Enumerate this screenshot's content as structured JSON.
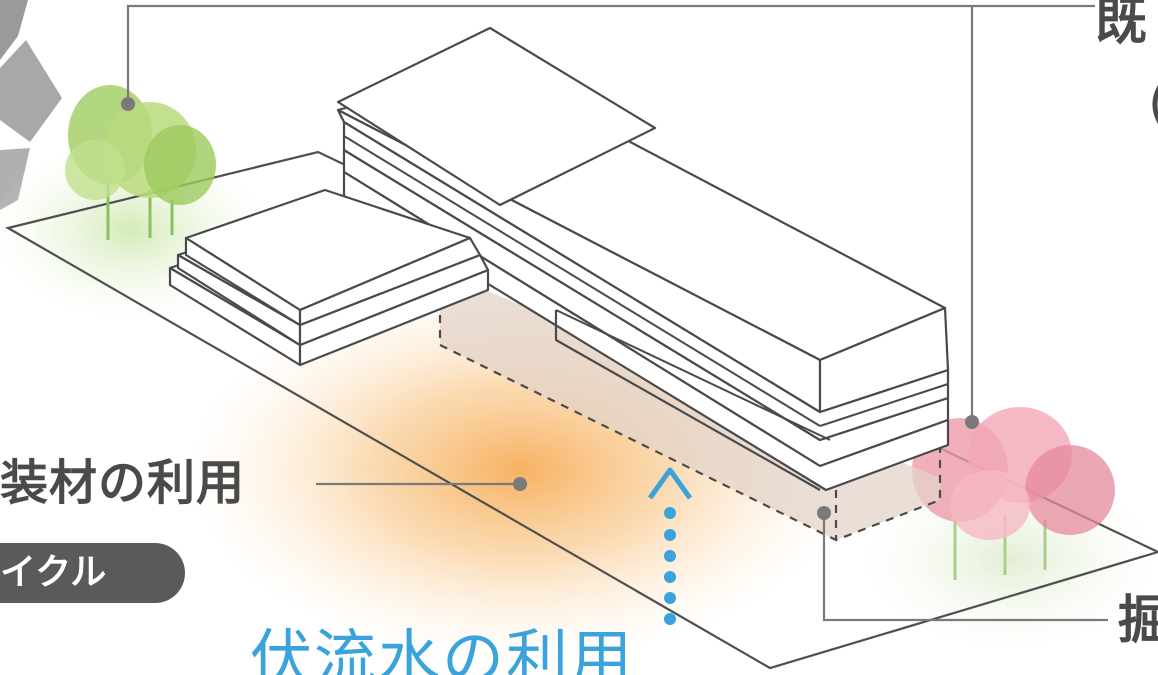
{
  "labels": {
    "exterior_material": "装材の利用",
    "recycle_badge": "イクル",
    "groundwater": "伏流水の利用",
    "existing_partial": "既",
    "existing_paren": "(",
    "excavation_partial": "掘"
  },
  "colors": {
    "line": "#7a7a7a",
    "building_stroke": "#4a4a4a",
    "groundwater_blue": "#3aa3dc",
    "orange_glow": "#f6b46a",
    "green_tree": "#9ccc5a",
    "pink_tree": "#e8879a",
    "badge": "#5a5a5a",
    "foundation_fill": "#e3d3c8"
  },
  "icons": {
    "recycle": "recycle-icon",
    "arrow_up": "chevron-up-icon"
  }
}
